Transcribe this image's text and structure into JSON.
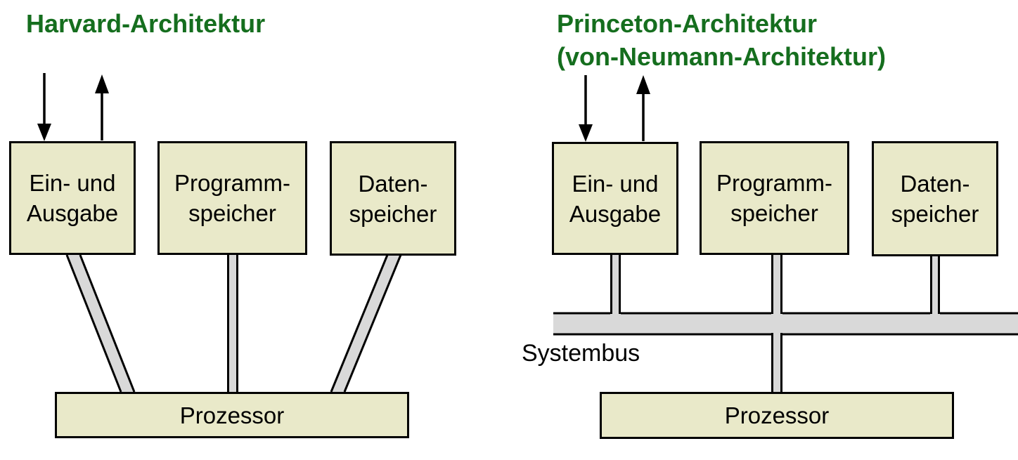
{
  "colors": {
    "title-green": "#156e1e",
    "box-fill": "#e9e9c9",
    "bus-fill": "#d9d9d9",
    "outline": "#000000",
    "background": "#ffffff"
  },
  "left_diagram": {
    "title": "Harvard-Architektur",
    "boxes": [
      {
        "line1": "Ein- und",
        "line2": "Ausgabe"
      },
      {
        "line1": "Programm-",
        "line2": "speicher"
      },
      {
        "line1": "Daten-",
        "line2": "speicher"
      }
    ],
    "processor_label": "Prozessor"
  },
  "right_diagram": {
    "title_line1": "Princeton-Architektur",
    "title_line2": "(von-Neumann-Architektur)",
    "boxes": [
      {
        "line1": "Ein- und",
        "line2": "Ausgabe"
      },
      {
        "line1": "Programm-",
        "line2": "speicher"
      },
      {
        "line1": "Daten-",
        "line2": "speicher"
      }
    ],
    "bus_label": "Systembus",
    "processor_label": "Prozessor"
  },
  "icons": {
    "input_arrow": "arrow-down-icon",
    "output_arrow": "arrow-up-icon"
  }
}
